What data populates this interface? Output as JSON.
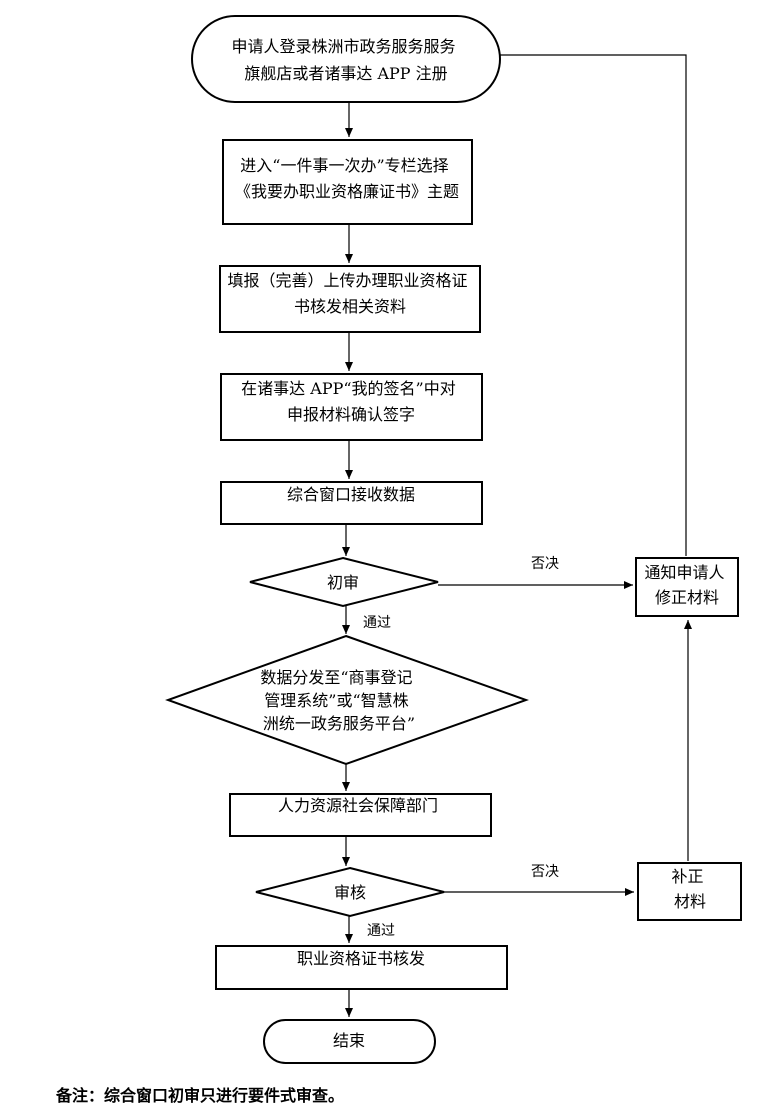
{
  "diagram": {
    "nodes": {
      "start": {
        "lines": [
          "申请人登录株洲市政务服务服务",
          "旗舰店或者诸事达 APP 注册"
        ]
      },
      "enter_topic": {
        "lines": [
          "进入“一件事一次办”专栏选择",
          "《我要办职业资格廉证书》主题"
        ]
      },
      "fill_upload": {
        "lines": [
          "填报（完善）上传办理职业资格证",
          "书核发相关资料"
        ]
      },
      "sign_confirm": {
        "lines": [
          "在诸事达 APP“我的签名”中对",
          "申报材料确认签字"
        ]
      },
      "receive": {
        "lines": [
          "综合窗口接收数据"
        ]
      },
      "initial_review": {
        "lines": [
          "初审"
        ]
      },
      "distribute": {
        "lines": [
          "数据分发至“商事登记",
          "管理系统”或“智慧株",
          "洲统一政务服务平台”"
        ]
      },
      "hr_dept": {
        "lines": [
          "人力资源社会保障部门"
        ]
      },
      "audit": {
        "lines": [
          "审核"
        ]
      },
      "issue": {
        "lines": [
          "职业资格证书核发"
        ]
      },
      "end": {
        "lines": [
          "结束"
        ]
      },
      "notify": {
        "lines": [
          "通知申请人",
          "修正材料"
        ]
      },
      "supplement": {
        "lines": [
          "补正",
          "材料"
        ]
      }
    },
    "edge_labels": {
      "reject_1": "否决",
      "pass_1": "通过",
      "reject_2": "否决",
      "pass_2": "通过"
    }
  },
  "note": "备注：综合窗口初审只进行要件式审查。",
  "colors": {
    "stroke": "#000000",
    "fill": "#ffffff",
    "text": "#000000"
  }
}
